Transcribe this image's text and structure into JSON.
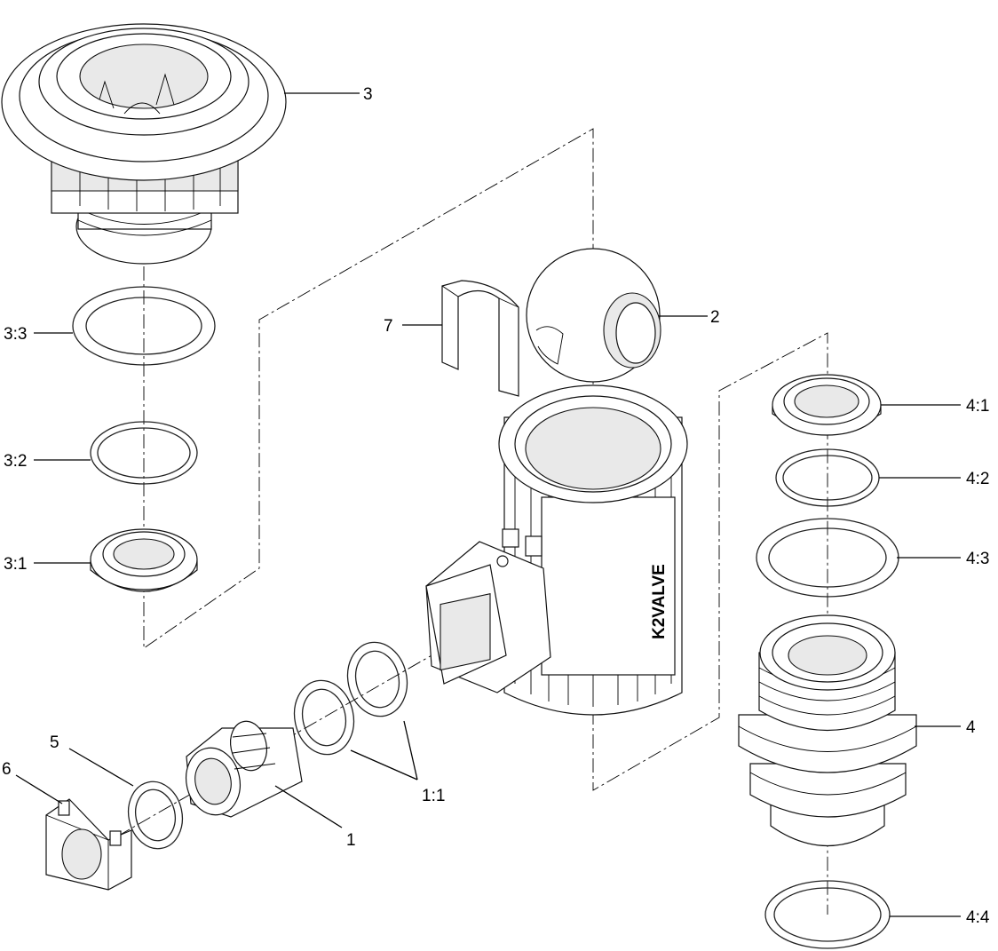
{
  "brand": "K2VALVE",
  "callouts": {
    "c1": "1",
    "c1_1": "1:1",
    "c2": "2",
    "c3": "3",
    "c3_1": "3:1",
    "c3_2": "3:2",
    "c3_3": "3:3",
    "c4": "4",
    "c4_1": "4:1",
    "c4_2": "4:2",
    "c4_3": "4:3",
    "c4_4": "4:4",
    "c5": "5",
    "c6": "6",
    "c7": "7"
  }
}
